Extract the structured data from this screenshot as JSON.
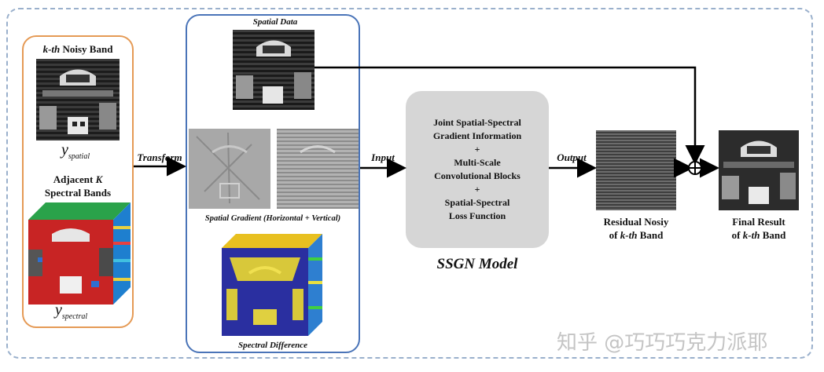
{
  "left": {
    "title_prefix": "k-th",
    "title_rest": " Noisy Band",
    "y_spatial_main": "y",
    "y_spatial_sub": "spatial",
    "adjacent_line1_a": "Adjacent ",
    "adjacent_line1_k": "K",
    "adjacent_line2": "Spectral Bands",
    "y_spectral_main": "y",
    "y_spectral_sub": "spectral"
  },
  "arrows": {
    "transform": "Transform",
    "input": "Input",
    "output": "Output"
  },
  "middle": {
    "spatial_data": "Spatial Data",
    "spatial_gradient": "Spatial Gradient (Horizontal + Vertical)",
    "spectral_difference": "Spectral Difference"
  },
  "model": {
    "lines": [
      "Joint Spatial-Spectral",
      "Gradient Information",
      "+",
      "Multi-Scale",
      "Convolutional Blocks",
      "+",
      "Spatial-Spectral",
      "Loss Function"
    ],
    "name": "SSGN Model"
  },
  "residual": {
    "line1": "Residual Nosiy",
    "line2_pre": "of ",
    "line2_k": "k-th",
    "line2_post": " Band"
  },
  "final": {
    "line1": "Final Result",
    "line2_pre": "of ",
    "line2_k": "k-th",
    "line2_post": " Band"
  },
  "watermark": "知乎 @巧巧巧克力派耶"
}
